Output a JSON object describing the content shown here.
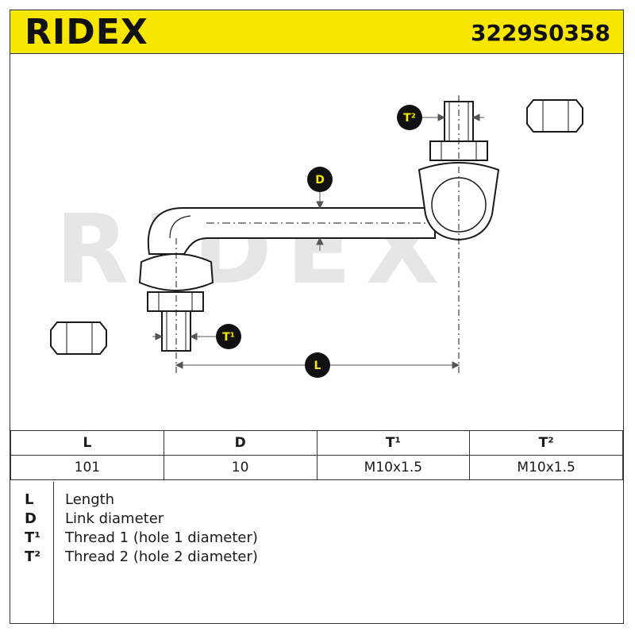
{
  "header": {
    "brand": "RIDEX",
    "part_number": "3229S0358"
  },
  "diagram": {
    "watermark": "RIDEX",
    "labels": {
      "D": "D",
      "L": "L",
      "T1": "T¹",
      "T2": "T²"
    }
  },
  "spec_table": {
    "headers": [
      "L",
      "D",
      "T¹",
      "T²"
    ],
    "values": [
      "101",
      "10",
      "M10x1.5",
      "M10x1.5"
    ]
  },
  "legend": [
    {
      "key": "L",
      "text": "Length"
    },
    {
      "key": "D",
      "text": "Link diameter"
    },
    {
      "key": "T¹",
      "text": "Thread 1 (hole 1 diameter)"
    },
    {
      "key": "T²",
      "text": "Thread 2 (hole 2 diameter)"
    }
  ],
  "colors": {
    "accent": "#f7e600",
    "badge": "#111111",
    "line": "#1a1a1a"
  }
}
